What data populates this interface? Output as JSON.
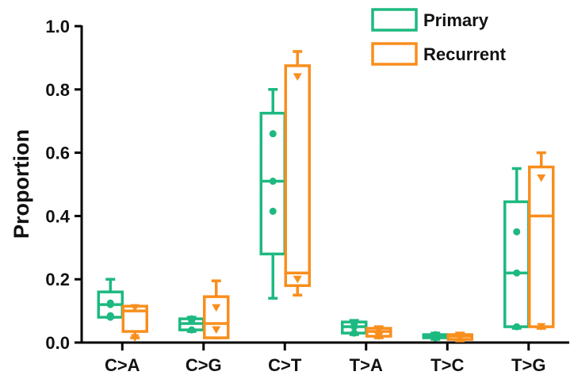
{
  "chart_data": {
    "type": "box",
    "ylabel": "Proportion",
    "xlabel": "",
    "ylim": [
      0,
      1.0
    ],
    "yticks": [
      "0.0",
      "0.2",
      "0.4",
      "0.6",
      "0.8",
      "1.0"
    ],
    "ytick_values": [
      0,
      0.2,
      0.4,
      0.6,
      0.8,
      1.0
    ],
    "categories": [
      "C>A",
      "C>G",
      "C>T",
      "T>A",
      "T>C",
      "T>G"
    ],
    "legend_position": "top-right",
    "grid": false,
    "series": [
      {
        "name": "Primary",
        "color": "#1db980",
        "marker": "circle",
        "boxes": [
          {
            "min": 0.08,
            "q1": 0.08,
            "median": 0.12,
            "q3": 0.16,
            "max": 0.2,
            "points": [
              0.08,
              0.085,
              0.12,
              0.125
            ]
          },
          {
            "min": 0.035,
            "q1": 0.04,
            "median": 0.06,
            "q3": 0.075,
            "max": 0.08,
            "points": [
              0.04,
              0.07,
              0.075
            ]
          },
          {
            "min": 0.14,
            "q1": 0.28,
            "median": 0.51,
            "q3": 0.725,
            "max": 0.8,
            "points": [
              0.66,
              0.51,
              0.415
            ]
          },
          {
            "min": 0.025,
            "q1": 0.03,
            "median": 0.05,
            "q3": 0.065,
            "max": 0.07,
            "points": [
              0.03,
              0.05,
              0.06
            ]
          },
          {
            "min": 0.01,
            "q1": 0.015,
            "median": 0.02,
            "q3": 0.025,
            "max": 0.03,
            "points": [
              0.015,
              0.02,
              0.025
            ]
          },
          {
            "min": 0.045,
            "q1": 0.05,
            "median": 0.22,
            "q3": 0.445,
            "max": 0.55,
            "points": [
              0.35,
              0.22,
              0.05
            ]
          }
        ]
      },
      {
        "name": "Recurrent",
        "color": "#f98e1c",
        "marker": "triangle",
        "boxes": [
          {
            "min": 0.015,
            "q1": 0.035,
            "median": 0.1,
            "q3": 0.115,
            "max": 0.115,
            "points": [
              0.11,
              0.015
            ]
          },
          {
            "min": 0.015,
            "q1": 0.015,
            "median": 0.06,
            "q3": 0.145,
            "max": 0.195,
            "points": [
              0.11,
              0.04
            ]
          },
          {
            "min": 0.15,
            "q1": 0.18,
            "median": 0.22,
            "q3": 0.875,
            "max": 0.92,
            "points": [
              0.84,
              0.2
            ]
          },
          {
            "min": 0.015,
            "q1": 0.02,
            "median": 0.035,
            "q3": 0.045,
            "max": 0.05,
            "points": [
              0.04,
              0.02
            ]
          },
          {
            "min": 0.005,
            "q1": 0.01,
            "median": 0.02,
            "q3": 0.025,
            "max": 0.03,
            "points": [
              0.02,
              0.015
            ]
          },
          {
            "min": 0.045,
            "q1": 0.05,
            "median": 0.4,
            "q3": 0.555,
            "max": 0.6,
            "points": [
              0.52,
              0.05
            ]
          }
        ]
      }
    ]
  }
}
